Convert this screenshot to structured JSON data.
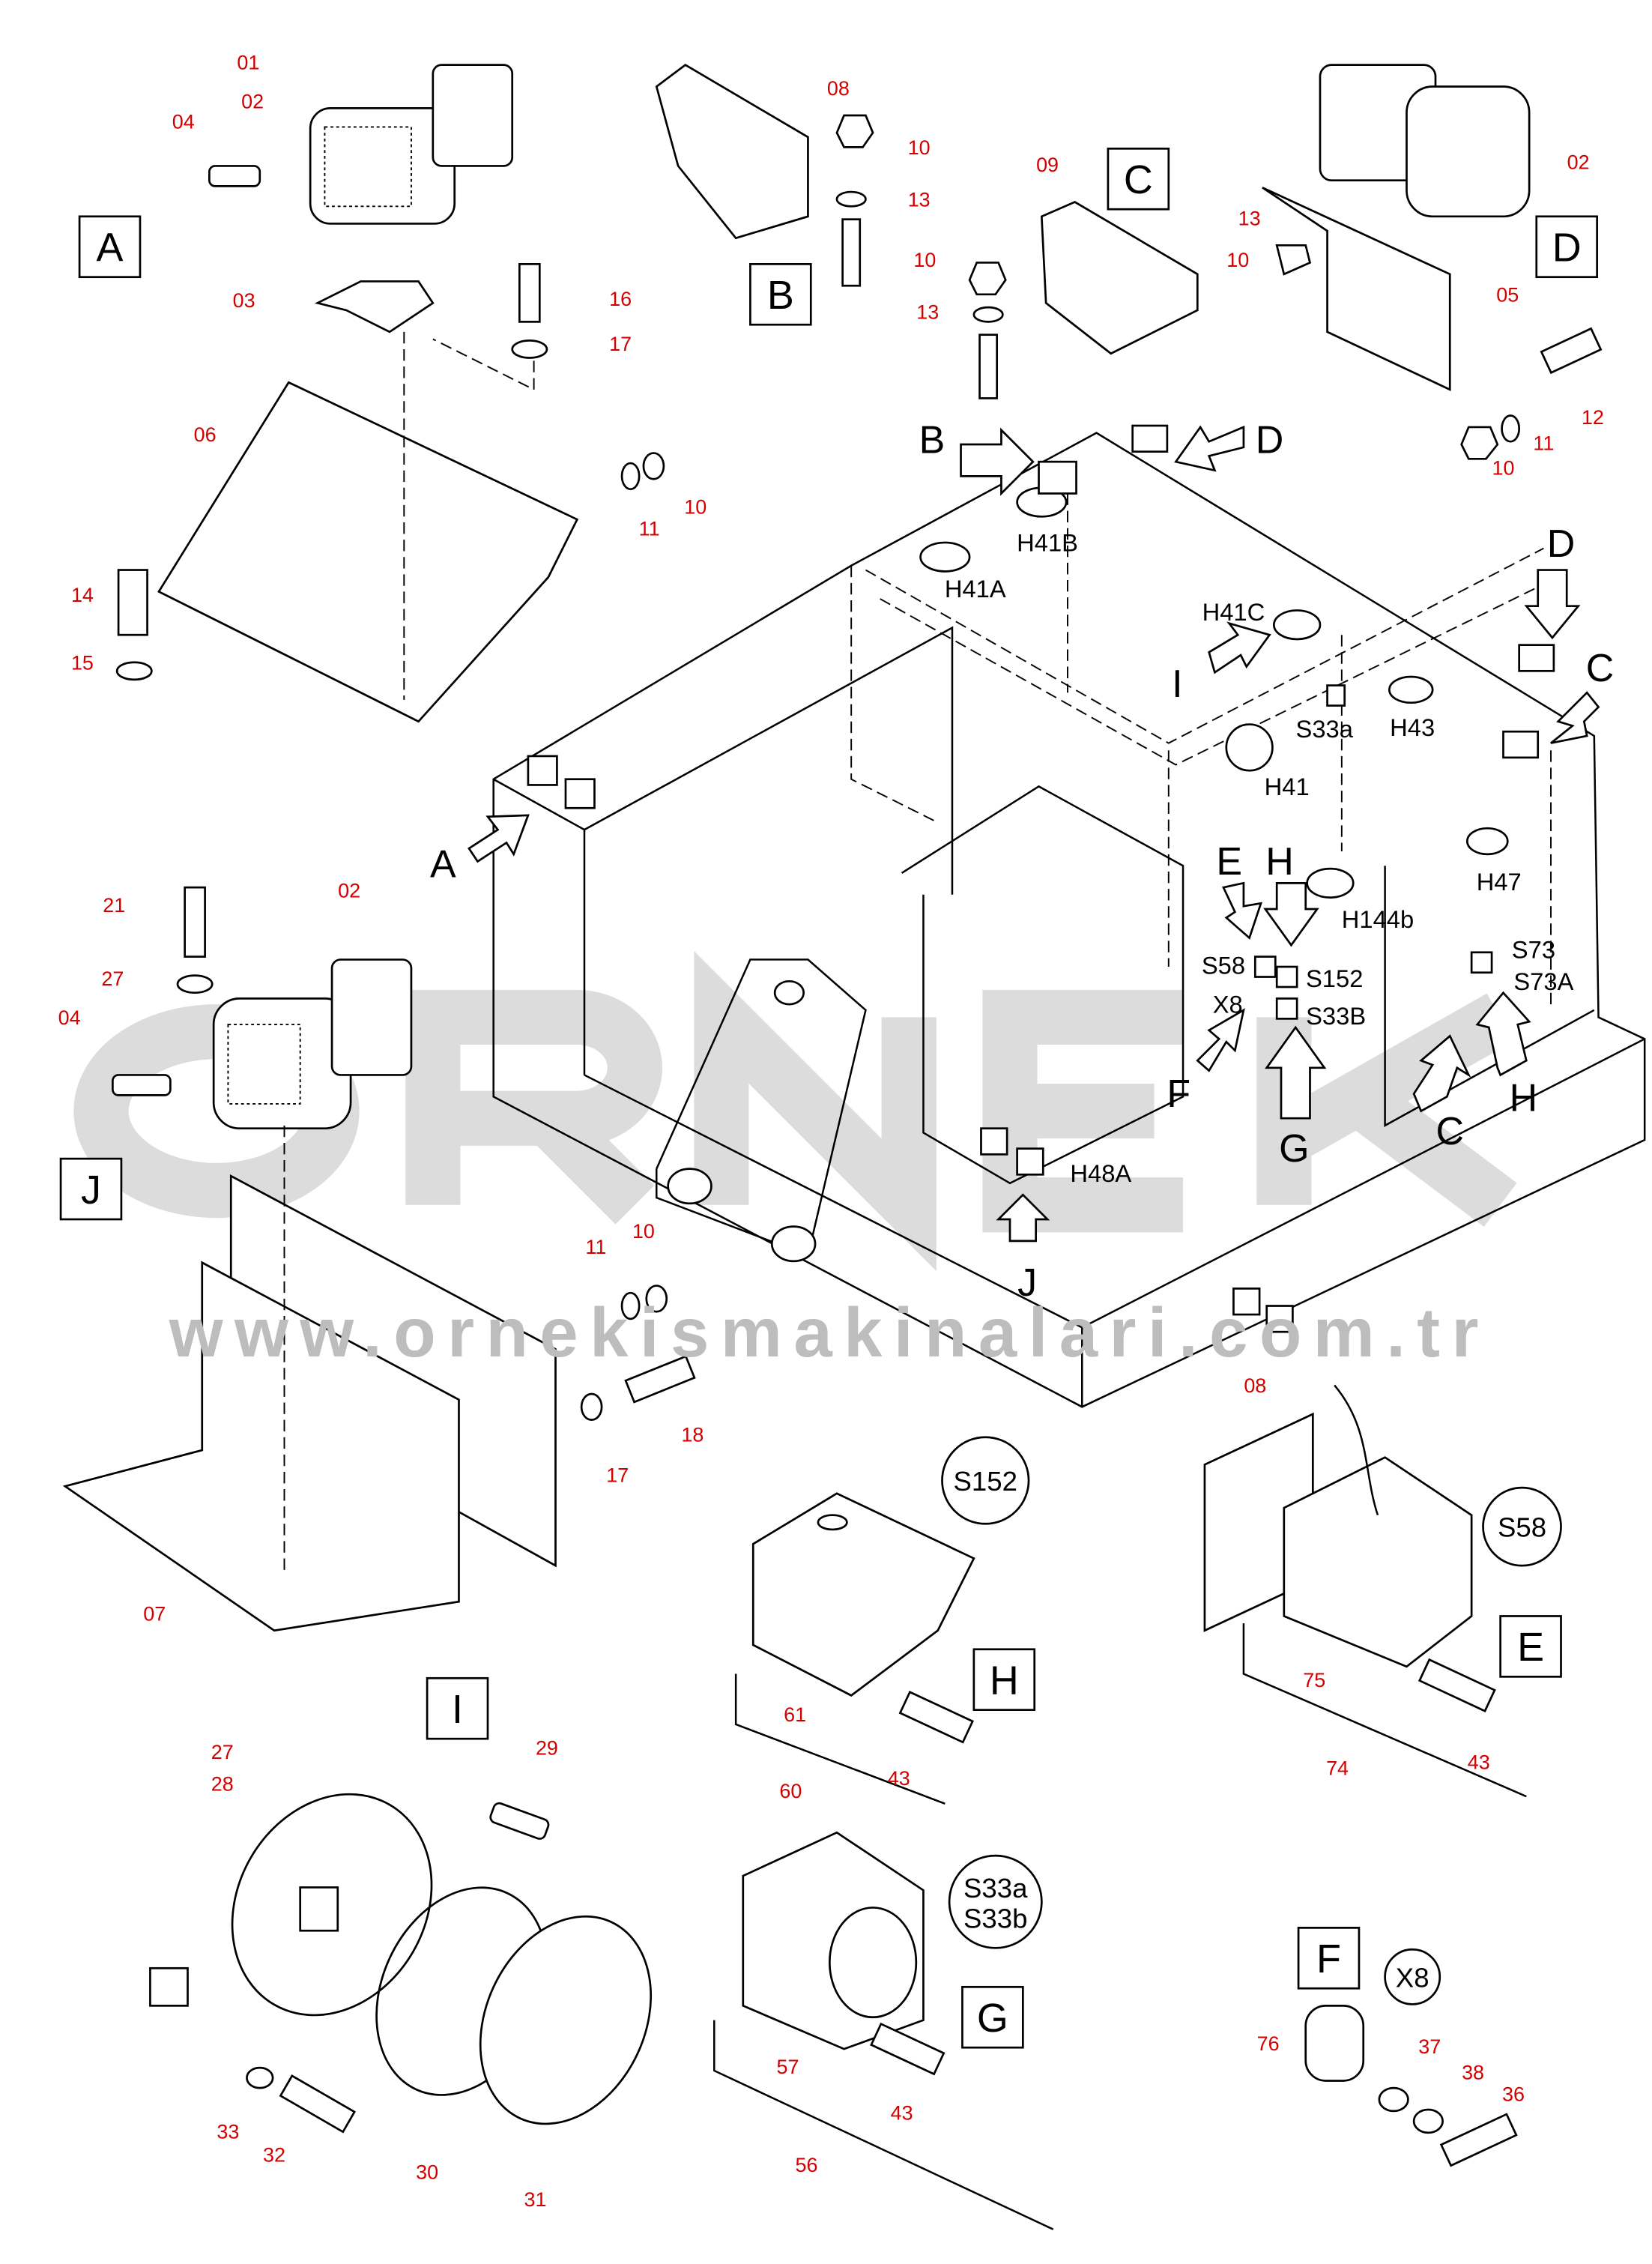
{
  "watermark": {
    "brand": "ORNEK",
    "url": "www.ornekismakinalari.com.tr"
  },
  "detail_boxes": [
    "A",
    "B",
    "C",
    "D",
    "J",
    "I",
    "H",
    "E",
    "G",
    "F"
  ],
  "detail_circles": {
    "s152": "S152",
    "s58": "S58",
    "s33a": "S33a",
    "s33b": "S33b",
    "x8": "X8"
  },
  "group_a": [
    "01",
    "02",
    "04",
    "03",
    "16",
    "17",
    "06",
    "11",
    "10",
    "14",
    "15"
  ],
  "group_b": [
    "08",
    "10",
    "13"
  ],
  "group_c": [
    "09",
    "10",
    "13"
  ],
  "group_d": [
    "02",
    "13",
    "10",
    "05",
    "12",
    "11",
    "10"
  ],
  "group_j": [
    "21",
    "02",
    "27",
    "04",
    "11",
    "10",
    "18",
    "17",
    "07"
  ],
  "group_i": [
    "27",
    "28",
    "29",
    "33",
    "32",
    "30",
    "31"
  ],
  "group_h": [
    "61",
    "43",
    "60"
  ],
  "group_e": [
    "08",
    "75",
    "43",
    "74"
  ],
  "group_g": [
    "57",
    "43",
    "56"
  ],
  "group_f": [
    "76",
    "37",
    "38",
    "36"
  ],
  "main_labels": {
    "arrows": [
      "B",
      "D",
      "D",
      "C",
      "I",
      "A",
      "E",
      "H",
      "F",
      "G",
      "C",
      "H",
      "J"
    ],
    "components": [
      "H41B",
      "H41A",
      "H41C",
      "S33a",
      "H43",
      "H41",
      "H47",
      "H144b",
      "S58",
      "S152",
      "S73",
      "S73A",
      "X8",
      "S33B",
      "H48A"
    ]
  }
}
